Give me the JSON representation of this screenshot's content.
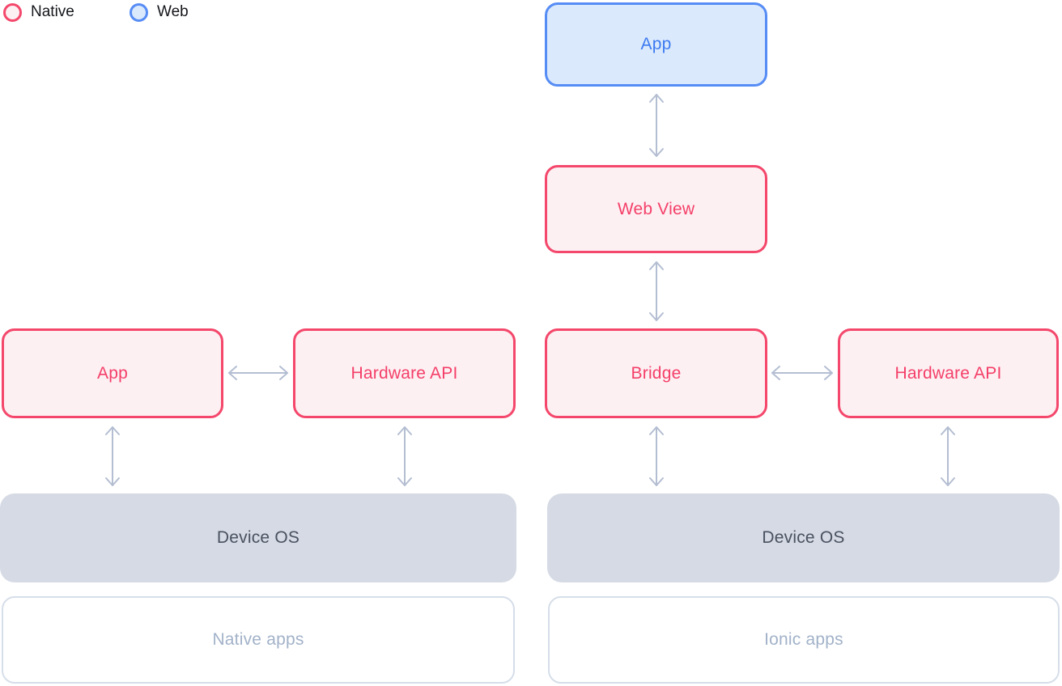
{
  "legend": {
    "items": [
      {
        "label": "Native",
        "color": "#f4476b"
      },
      {
        "label": "Web",
        "color": "#568cf5"
      }
    ]
  },
  "colors": {
    "native_border": "#f4476b",
    "native_fill": "#fdf0f3",
    "native_text": "#f43f68",
    "web_border": "#568cf5",
    "web_fill": "#dbe9fc",
    "web_text": "#3d7bf0",
    "os_fill": "#d5dae4",
    "os_text": "#4a5160",
    "arrow": "#b4bed2",
    "outline_border": "#d6dee9",
    "caption_text": "#a2b2c9",
    "legend_text": "#14161b"
  },
  "native_stack": {
    "app": "App",
    "hardware_api": "Hardware API",
    "device_os": "Device OS",
    "caption": "Native apps"
  },
  "ionic_stack": {
    "app": "App",
    "web_view": "Web View",
    "bridge": "Bridge",
    "hardware_api": "Hardware API",
    "device_os": "Device OS",
    "caption": "Ionic apps"
  }
}
